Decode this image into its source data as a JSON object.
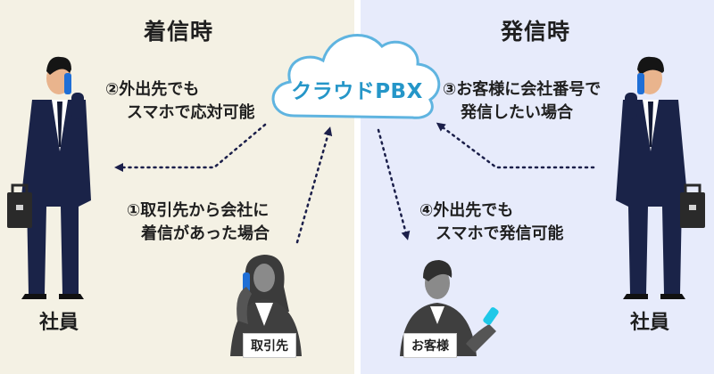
{
  "left_panel": {
    "heading": "着信時",
    "person_label": "社員",
    "caller_tag": "取引先"
  },
  "right_panel": {
    "heading": "発信時",
    "person_label": "社員",
    "callee_tag": "お客様"
  },
  "cloud": {
    "label": "クラウドPBX"
  },
  "steps": {
    "step1": [
      "①取引先から会社に",
      "着信があった場合"
    ],
    "step2": [
      "②外出先でも",
      "スマホで応対可能"
    ],
    "step3": [
      "③お客様に会社番号で",
      "発信したい場合"
    ],
    "step4": [
      "④外出先でも",
      "スマホで発信可能"
    ]
  },
  "colors": {
    "left_bg": "#f4f1e4",
    "right_bg": "#e7ebfb",
    "cloud_text": "#2596c8",
    "cloud_outline": "#5fb4e0",
    "arrow": "#1b1f4a",
    "suit": "#1a2348"
  }
}
